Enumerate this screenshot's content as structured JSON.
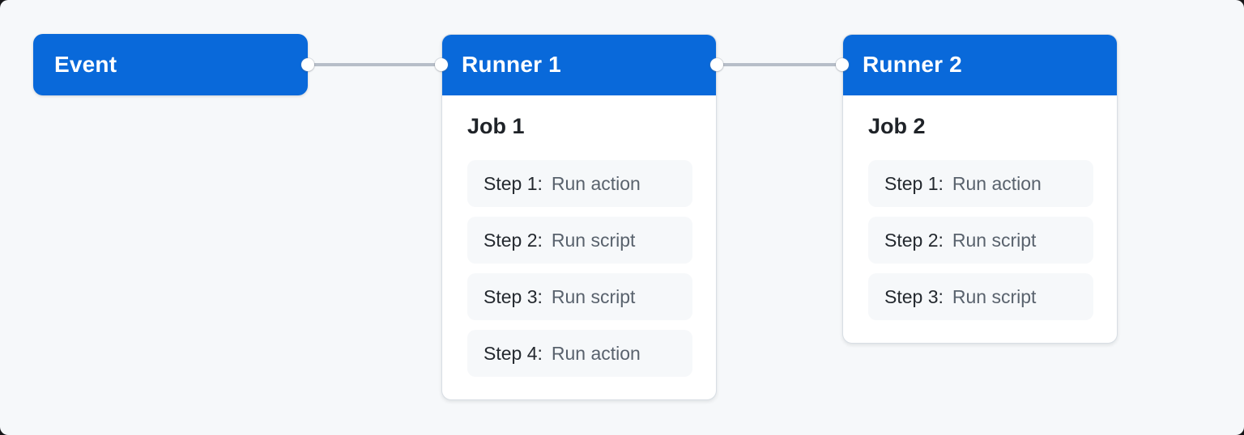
{
  "diagram": {
    "event": {
      "label": "Event"
    },
    "runners": [
      {
        "title": "Runner 1",
        "job": {
          "title": "Job 1",
          "steps": [
            {
              "label": "Step 1:",
              "value": "Run action"
            },
            {
              "label": "Step 2:",
              "value": "Run script"
            },
            {
              "label": "Step 3:",
              "value": "Run script"
            },
            {
              "label": "Step 4:",
              "value": "Run action"
            }
          ]
        }
      },
      {
        "title": "Runner 2",
        "job": {
          "title": "Job 2",
          "steps": [
            {
              "label": "Step 1:",
              "value": "Run action"
            },
            {
              "label": "Step 2:",
              "value": "Run script"
            },
            {
              "label": "Step 3:",
              "value": "Run script"
            }
          ]
        }
      }
    ],
    "colors": {
      "accent_blue": "#0969da",
      "canvas_background": "#f6f8fa",
      "card_background": "#ffffff",
      "card_border": "#d8dee4",
      "step_background": "#f6f8fa",
      "connector_line": "#b7bec8",
      "connector_dot": "#ffffff",
      "header_text": "#ffffff",
      "job_title_text": "#1f2328",
      "step_label_text": "#24292f",
      "step_value_text": "#59626d"
    }
  }
}
